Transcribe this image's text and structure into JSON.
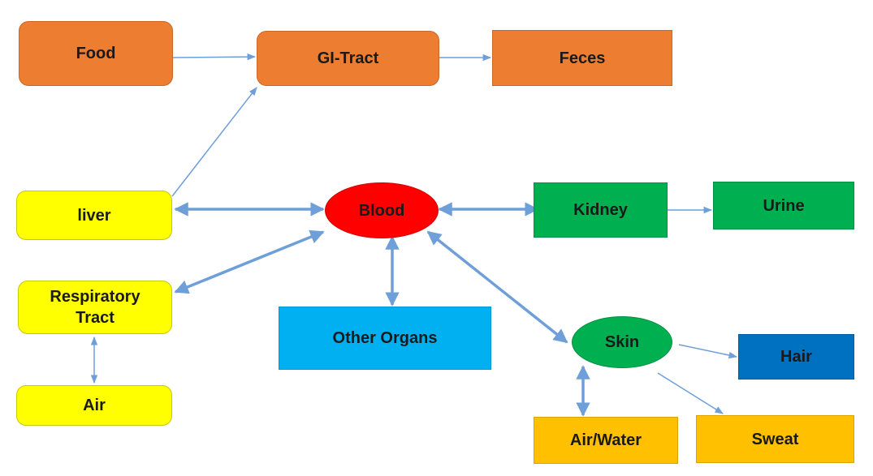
{
  "nodes": {
    "food": "Food",
    "gi_tract": "GI-Tract",
    "feces": "Feces",
    "liver": "liver",
    "blood": "Blood",
    "kidney": "Kidney",
    "urine": "Urine",
    "respiratory_tract": "Respiratory Tract",
    "other_organs": "Other Organs",
    "skin": "Skin",
    "hair": "Hair",
    "air": "Air",
    "air_water": "Air/Water",
    "sweat": "Sweat"
  },
  "colors": {
    "orange": "#ed7d31",
    "yellow": "#ffff00",
    "green": "#00b050",
    "red": "#ff0000",
    "cyan": "#00b0f0",
    "blue": "#0070c0",
    "amber": "#ffc000",
    "arrow": "#6f9fd8"
  }
}
